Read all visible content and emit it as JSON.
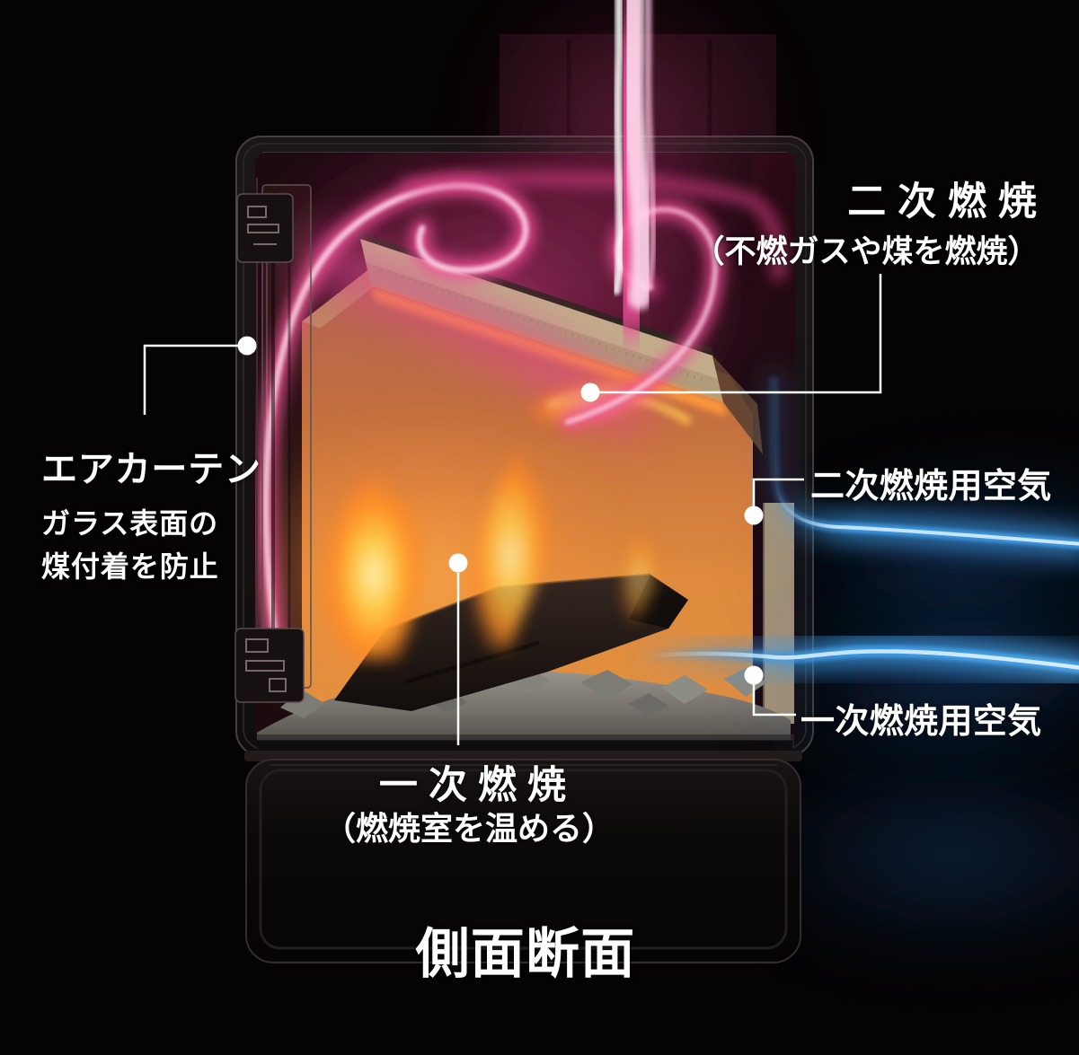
{
  "caption": "側面断面",
  "callouts": {
    "secondary_combustion": {
      "title": "二次燃焼",
      "subtitle": "（不燃ガスや煤を燃焼）"
    },
    "air_curtain": {
      "title": "エアカーテン",
      "desc_line1": "ガラス表面の",
      "desc_line2": "煤付着を防止"
    },
    "secondary_air": {
      "label": "二次燃焼用空気"
    },
    "primary_air": {
      "label": "一次燃焼用空気"
    },
    "primary_combustion": {
      "title": "一次燃焼",
      "subtitle": "（燃焼室を温める）"
    }
  },
  "colors": {
    "background": "#050303",
    "label_text": "#ffffff",
    "connector": "#ffffff",
    "exhaust_flow_pink": "#ee5096",
    "air_flow_blue": "#3f9be6",
    "fire_orange": "#df8a3e",
    "baffle_tan": "#c2ad8b"
  },
  "diagram": {
    "subject": "wood stove side cross-section",
    "flows": [
      {
        "name": "secondary-combustion-exhaust",
        "color": "#ee5096"
      },
      {
        "name": "secondary-combustion-air",
        "color": "#3f9be6"
      },
      {
        "name": "primary-combustion-air",
        "color": "#3f9be6"
      }
    ]
  }
}
